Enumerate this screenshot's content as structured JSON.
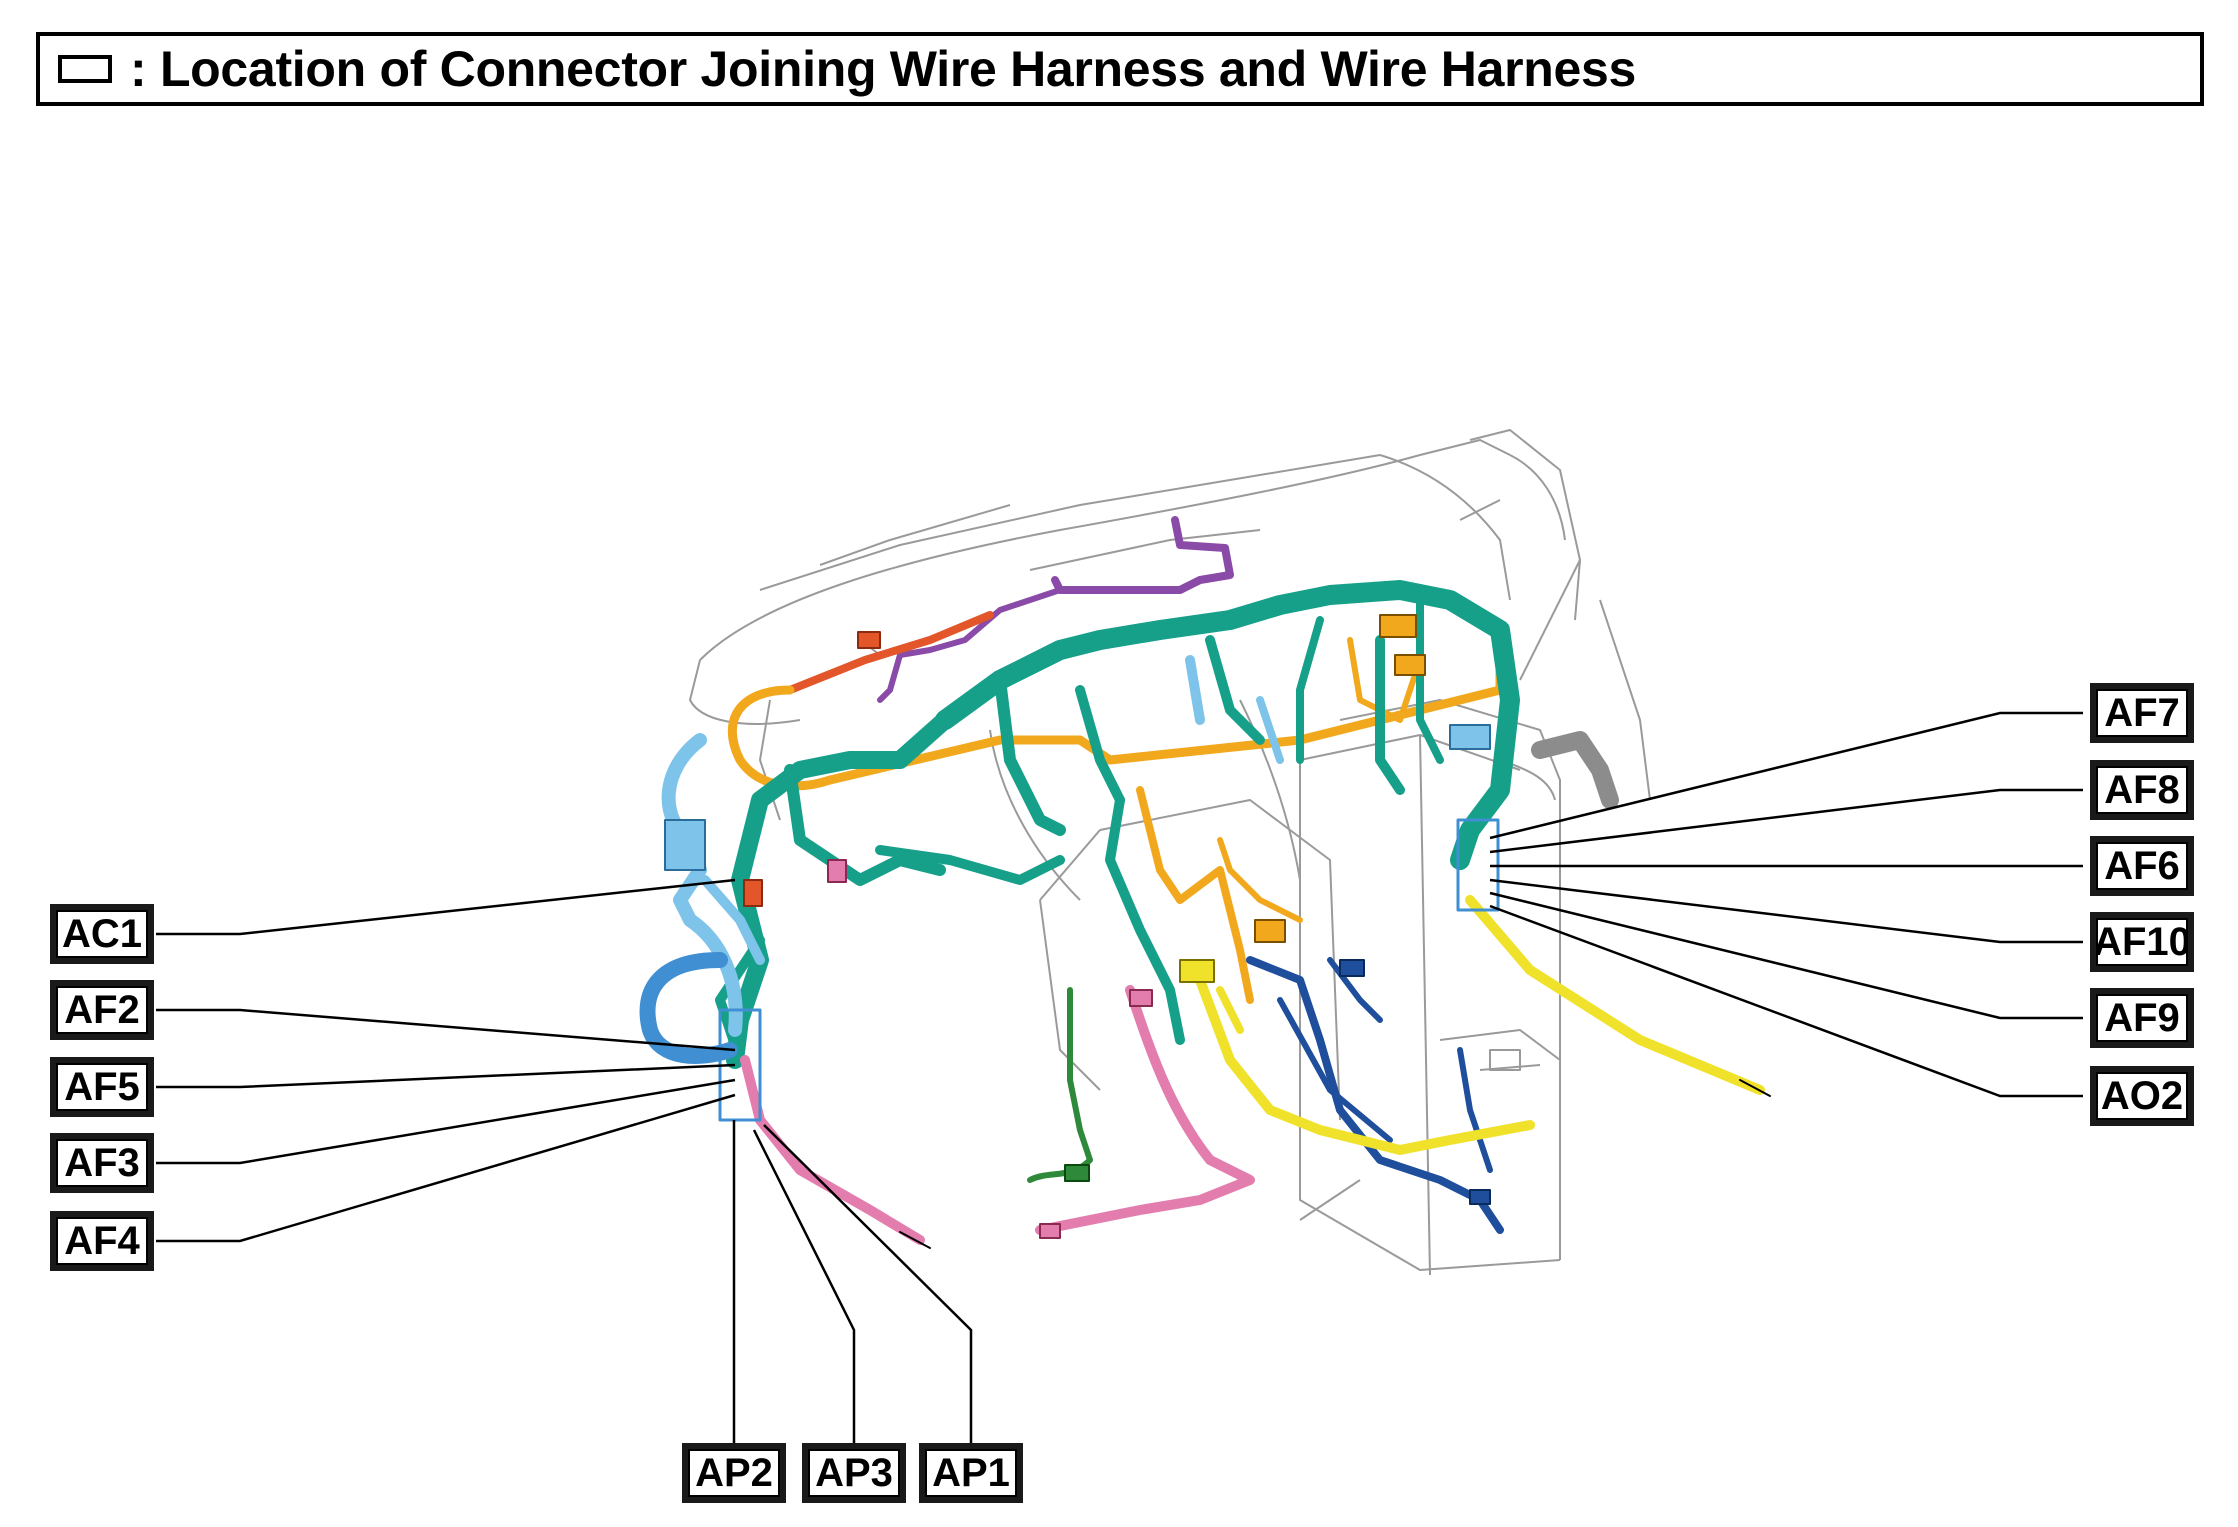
{
  "header": {
    "title": ": Location of Connector Joining Wire Harness and Wire Harness"
  },
  "legend": {
    "icon": "rectangle-outline-icon"
  },
  "colors": {
    "teal_harness": "#16A08A",
    "orange_harness": "#F2A81D",
    "yellow_harness": "#F0E22A",
    "light_blue_harness": "#7EC3EA",
    "mid_blue_harness": "#3F8FD2",
    "dark_blue_harness": "#1F4E9C",
    "pink_harness": "#E37DAE",
    "purple_harness": "#8A4BA8",
    "red_orange_harness": "#E2562A",
    "green_harness": "#2E8A3A",
    "outline": "#000000"
  },
  "connectors": {
    "left": [
      {
        "id": "AC1"
      },
      {
        "id": "AF2"
      },
      {
        "id": "AF5"
      },
      {
        "id": "AF3"
      },
      {
        "id": "AF4"
      }
    ],
    "right": [
      {
        "id": "AF7"
      },
      {
        "id": "AF8"
      },
      {
        "id": "AF6"
      },
      {
        "id": "AF10"
      },
      {
        "id": "AF9"
      },
      {
        "id": "AO2"
      }
    ],
    "bottom": [
      {
        "id": "AP2"
      },
      {
        "id": "AP3"
      },
      {
        "id": "AP1"
      }
    ]
  }
}
